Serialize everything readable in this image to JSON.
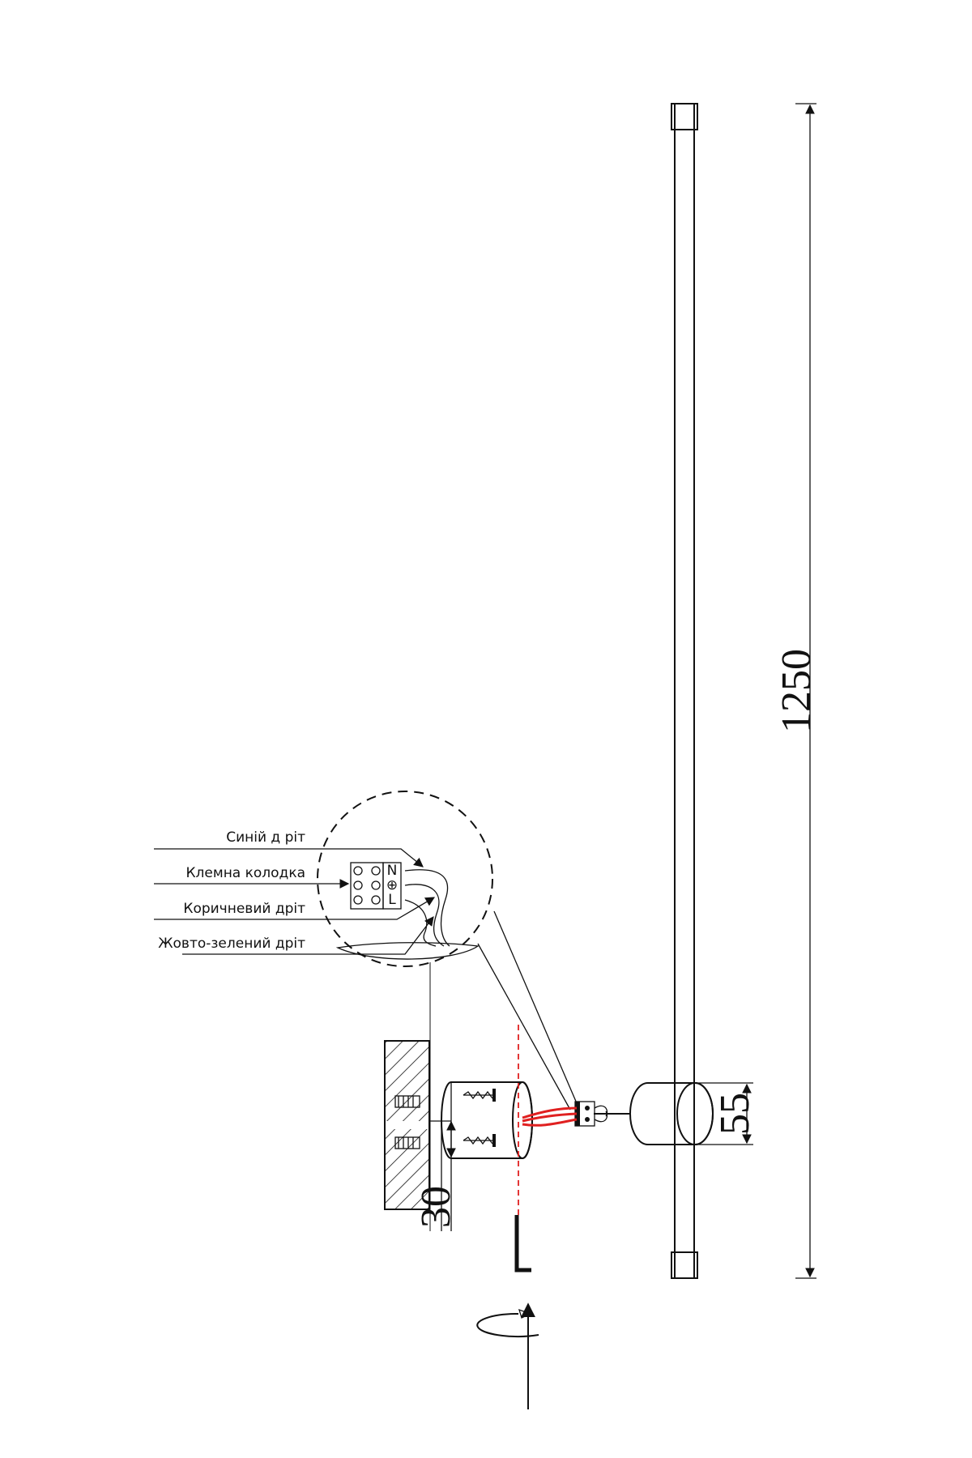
{
  "callouts": {
    "blue_wire": "Синій д ріт",
    "terminal_block": "Клемна колодка",
    "brown_wire": "Коричневий дріт",
    "earth_wire": "Жовто-зелений дріт"
  },
  "dimensions": {
    "total_length": "1250",
    "body_height": "55",
    "mount_depth": "30"
  },
  "terminal_marks": {
    "neutral": "N",
    "earth": "⊕",
    "live": "L"
  },
  "colors": {
    "line": "#111111",
    "wire": "#e02020",
    "axis_dash": "#e02020"
  }
}
